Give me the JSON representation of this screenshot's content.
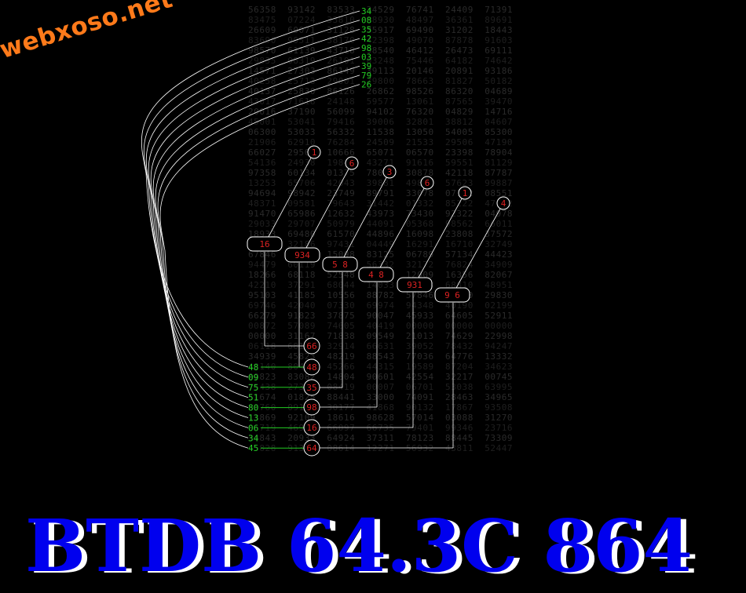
{
  "logo": {
    "text": "webxoso.net",
    "color": "#ff7a1a"
  },
  "banner": {
    "text": "BTDB 64.3C 864",
    "fill": "#0000ee",
    "shadow": "#ffffff"
  },
  "colors": {
    "line": "#ffffff",
    "accent_green": "#22cc22",
    "marker_red": "#dd2222",
    "grid_text": "#2a2a2a"
  },
  "grid_rows": [
    "56358  93142  83533  34529  76741  24409  71391",
    "83475  07224  33810  08930  48497  36361  89691",
    "26609  60071  31128  35917  69490  31202  18443",
    "83690  90511  38170  42398  49070  87878  91603",
    "98570  61139  43718  98540  46412  26473  69111",
    "29835  08319  26101  03248  75446  64182  74642",
    "14571  27303  86149  39113  20146  20891  93186",
    "40258  25713  29001  79800  78663  81827  50182",
    "40137  25830  86126  26862  98526  86320  04689",
    "43017  71618  24148  59577  13061  87565  39470",
    "20016  37190  56099  94102  76320  04829  14716",
    "45001  53041  79416  39006  32801  38812  04607",
    "06300  53033  56332  11538  13050  54005  85300",
    "21906  62910  76284  24509  21533  29506  47190",
    "66027  29501  10666  65071  06570  23398  78904",
    "54136  24938  19842  43271  91616  59551  81129",
    "97358  60134  01375  78054  30878  42118  87787",
    "13253  65706  42043  39881  49878  57623  99887",
    "94694  98942  23749  89791  33078  07132  08551",
    "48371  09581  79643  31442  01332  85222  47612",
    "91470  65986  12632  43973  73430  92322  04978",
    "29033  29707  50979  44091  05368  98562  66011",
    "18933  69480  61570  44896  16098  23808  37572",
    "78953  32186  97431  04449  16291  16710  32749",
    "67846  16910  15098  83125  06789  57134  44423",
    "94479  60119  57808  56332  32172  76824  34909",
    "18266  68118  52548  01074  12009  16356  82067",
    "42210  37291  68044  14033  88008  68810  48951",
    "95103  41185  10556  88782  57846  53000  29830",
    "69746  42040  07330  69974  94348  40190  02199",
    "66279  91823  37875  90047  45933  64605  52911",
    "00872  57089  74605  40419  00000  00000  00000",
    "00000  31167  71838  09549  21013  74629  22998",
    "06118  68173  32914  66631  39052  78432  94247",
    "34939  45823  48219  88543  77036  64776  13332",
    "48140  80421  45266  44315  19589  87204  34623",
    "09823  83082  14804  90601  42554  32217  00745",
    "75438  27300  08419  00007  06701  53038  63995",
    "51674  01825  88441  33000  74091  28463  34965",
    "80760  09127  30177  41868  90132  17867  93508",
    "13869  92109  18616  98628  57014  03088  31270",
    "06719  46900  66097  66735  79401  99346  23716",
    "34843  20933  64924  37311  78123  88445  73309",
    "45828  91337  08614  12271  56932  43811  52447"
  ],
  "left_labels": [
    "48",
    "09",
    "75",
    "51",
    "80",
    "13",
    "06",
    "34",
    "45"
  ],
  "top_labels": [
    "34",
    "08",
    "35",
    "42",
    "98",
    "03",
    "39",
    "79",
    "26"
  ],
  "top_markers": [
    "1",
    "6",
    "3",
    "6",
    "1",
    "4"
  ],
  "mid_boxes": [
    "16",
    "934",
    "5 8",
    "4 8",
    "931",
    "9  6"
  ],
  "right_circles": [
    "66",
    "48",
    "35",
    "98",
    "16",
    "64"
  ]
}
